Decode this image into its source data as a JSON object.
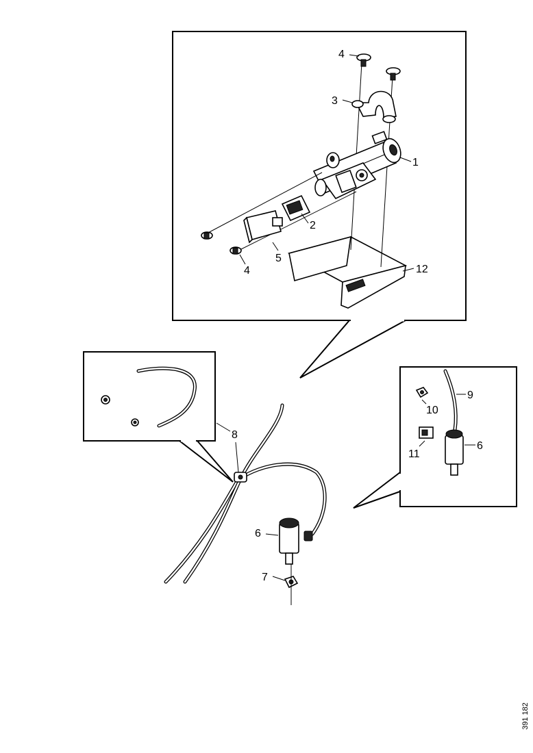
{
  "callouts": {
    "c1": "1",
    "c2": "2",
    "c3": "3",
    "c4a": "4",
    "c4b": "4",
    "c5": "5",
    "c6a": "6",
    "c6b": "6",
    "c7": "7",
    "c8": "8",
    "c9": "9",
    "c10": "10",
    "c11": "11",
    "c12": "12"
  },
  "reference_code": "391 182"
}
